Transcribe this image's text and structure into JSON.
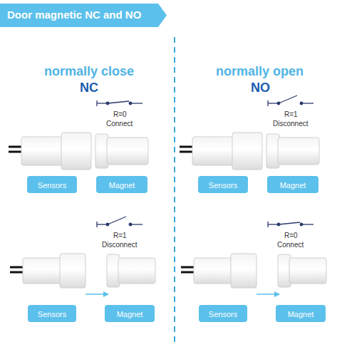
{
  "diagram": {
    "title": "Door magnetic NC and NO",
    "nodes": [
      {
        "text": [
          "Sensors"
        ]
      },
      {
        "text": [
          "Magnet"
        ]
      },
      {
        "text": [
          "Sensors"
        ]
      },
      {
        "text": [
          "Magnet"
        ]
      },
      {
        "text": [
          "Sensors"
        ]
      },
      {
        "text": [
          "Magnet"
        ]
      },
      {
        "text": [
          "Sensors"
        ]
      },
      {
        "text": [
          "Magnet"
        ]
      }
    ],
    "labels": [
      "normally close",
      "NC",
      "R=0",
      "Connect",
      "R=1",
      "Disconnect",
      "normally open",
      "NO",
      "R=1",
      "Disconnect",
      "R=0",
      "Connect"
    ]
  }
}
